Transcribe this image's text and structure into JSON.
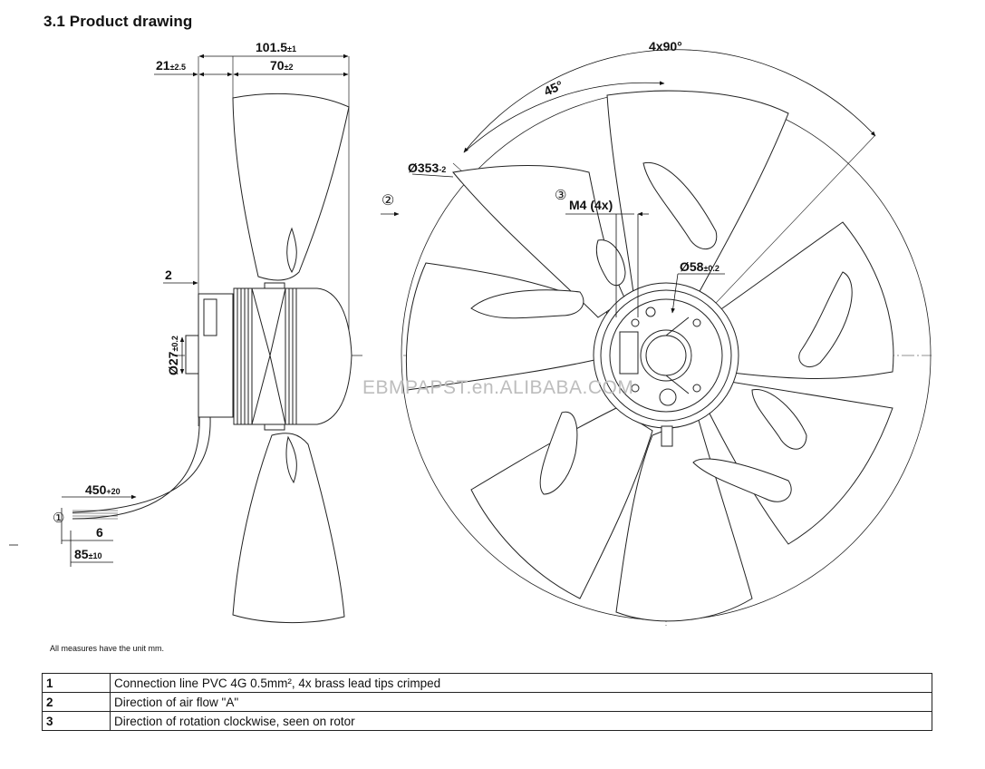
{
  "heading": "3.1 Product drawing",
  "watermark": "EBMPAPST.en.ALIBABA.COM",
  "units_note": "All measures have the unit mm.",
  "dims": {
    "overall_len": "101.5",
    "overall_tol": "±1",
    "offset": "21",
    "offset_tol": "±2.5",
    "body_len": "70",
    "body_tol": "±2",
    "flange": "2",
    "shaft_dia": "Ø27",
    "shaft_tol": "±0.2",
    "cable_len": "450",
    "cable_tol": "+20",
    "strip": "6",
    "tip_len": "85",
    "tip_tol": "±10",
    "angle_total": "4x90°",
    "angle_half": "45°",
    "dia_outer": "Ø353",
    "dia_outer_tol": "-2",
    "thread": "M4 (4x)",
    "dia_hub": "Ø58",
    "dia_hub_tol": "±0.2"
  },
  "callouts": {
    "c1": "①",
    "c2": "②",
    "c3": "③"
  },
  "notes": [
    {
      "num": "1",
      "text": "Connection line PVC 4G 0.5mm², 4x brass lead tips crimped"
    },
    {
      "num": "2",
      "text": "Direction of air flow \"A\""
    },
    {
      "num": "3",
      "text": "Direction of rotation clockwise, seen on rotor"
    }
  ]
}
